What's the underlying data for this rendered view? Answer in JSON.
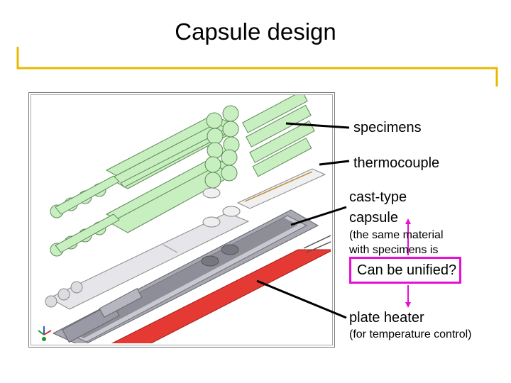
{
  "title": "Capsule design",
  "labels": {
    "specimens": "specimens",
    "thermocouple": "thermocouple",
    "capsule_line1": "cast-type",
    "capsule_line2": "capsule",
    "note_line1": "(the same material",
    "note_line2": "with specimens is",
    "callout": "Can be unified?",
    "heater": "plate heater",
    "heater_note": "(for temperature control)"
  },
  "colors": {
    "accent_bar": "#e8b800",
    "specimen": "#c8efc0",
    "heater": "#e53a33",
    "capsule": "#a9a9b4",
    "callout_border": "#e60fd2"
  }
}
